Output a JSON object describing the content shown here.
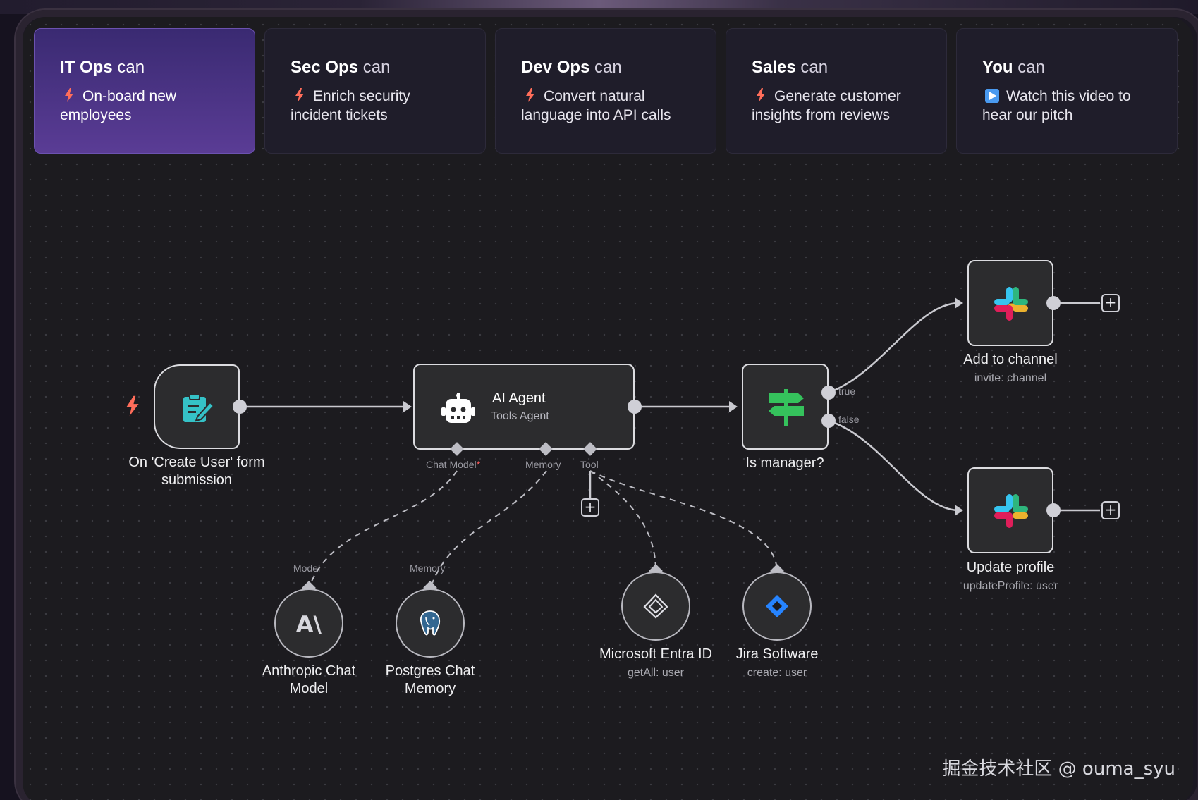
{
  "tabs": [
    {
      "strong": "IT Ops",
      "light": " can",
      "icon": "bolt-icon",
      "desc_line1": "On-board new",
      "desc_line2": "employees"
    },
    {
      "strong": "Sec Ops",
      "light": " can",
      "icon": "bolt-icon",
      "desc_line1": "Enrich security",
      "desc_line2": "incident tickets"
    },
    {
      "strong": "Dev Ops",
      "light": " can",
      "icon": "bolt-icon",
      "desc_line1": "Convert natural",
      "desc_line2": "language into API calls"
    },
    {
      "strong": "Sales",
      "light": " can",
      "icon": "bolt-icon",
      "desc_line1": "Generate customer",
      "desc_line2": "insights from reviews"
    },
    {
      "strong": "You",
      "light": " can",
      "icon": "play-icon",
      "desc_line1": "Watch this video to",
      "desc_line2": "hear our pitch"
    }
  ],
  "workflow": {
    "trigger": {
      "label_line1": "On 'Create User' form",
      "label_line2": "submission"
    },
    "agent": {
      "title": "AI Agent",
      "subtitle": "Tools Agent",
      "port_chat_model": "Chat Model",
      "required_mark": "*",
      "port_memory": "Memory",
      "port_tool": "Tool"
    },
    "switch": {
      "label": "Is manager?",
      "true_label": "true",
      "false_label": "false"
    },
    "add_channel": {
      "label": "Add to channel",
      "sub": "invite: channel"
    },
    "update_profile": {
      "label": "Update profile",
      "sub": "updateProfile: user"
    },
    "anthropic": {
      "port": "Model",
      "label_line1": "Anthropic Chat",
      "label_line2": "Model",
      "glyph": "A\\"
    },
    "postgres": {
      "port": "Memory",
      "label_line1": "Postgres Chat",
      "label_line2": "Memory"
    },
    "entra": {
      "label": "Microsoft Entra ID",
      "sub": "getAll: user"
    },
    "jira": {
      "label": "Jira Software",
      "sub": "create: user"
    },
    "plus_symbol": "+"
  },
  "watermark": "掘金技术社区 @ ouma_syu",
  "colors": {
    "active_tab": "#5a3c95",
    "bolt": "#ff6d5a",
    "form_icon": "#35c2c7",
    "switch_icon": "#35c25c",
    "jira": "#2684ff"
  }
}
